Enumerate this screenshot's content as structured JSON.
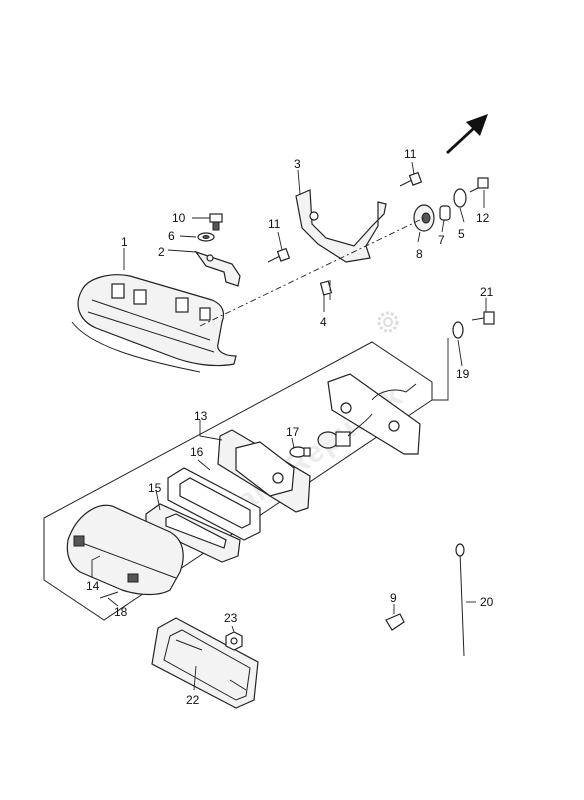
{
  "watermark": "PartsRepublik",
  "callouts": {
    "c1": "1",
    "c2": "2",
    "c3": "3",
    "c4": "4",
    "c5": "5",
    "c6": "6",
    "c7": "7",
    "c8": "8",
    "c9": "9",
    "c10": "10",
    "c11a": "11",
    "c11b": "11",
    "c12": "12",
    "c13": "13",
    "c14": "14",
    "c15": "15",
    "c16": "16",
    "c17": "17",
    "c18": "18",
    "c19": "19",
    "c20": "20",
    "c21": "21",
    "c22": "22",
    "c23": "23"
  },
  "icons": {
    "front_arrow": "direction-arrow-icon",
    "gear": "gear-icon"
  }
}
